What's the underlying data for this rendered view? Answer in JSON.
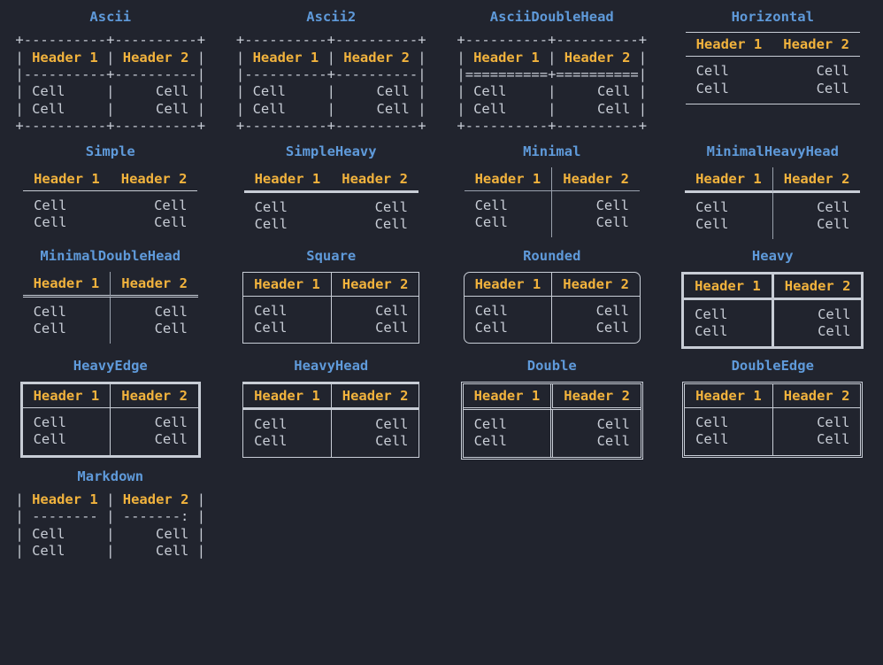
{
  "theme": {
    "background": "#21242e",
    "title_color": "#5f9ada",
    "header_color": "#f2b33d",
    "cell_color": "#c8cdd6",
    "border_color": "#c8cdd6"
  },
  "labels": {
    "header1": "Header 1",
    "header2": "Header 2",
    "cell": "Cell"
  },
  "tables": [
    {
      "id": "ascii",
      "title": "Ascii",
      "kind": "ascii",
      "lines": [
        {
          "type": "rule",
          "text": "+----------+----------+"
        },
        {
          "type": "header",
          "left": "| ",
          "h1": "Header 1",
          "mid": " | ",
          "h2": "Header 2",
          "right": " |"
        },
        {
          "type": "rule",
          "text": "|----------+----------|"
        },
        {
          "type": "row",
          "text": "| Cell     |     Cell |"
        },
        {
          "type": "row",
          "text": "| Cell     |     Cell |"
        },
        {
          "type": "rule",
          "text": "+----------+----------+"
        }
      ]
    },
    {
      "id": "ascii2",
      "title": "Ascii2",
      "kind": "ascii",
      "lines": [
        {
          "type": "rule",
          "text": "+----------+----------+"
        },
        {
          "type": "header",
          "left": "| ",
          "h1": "Header 1",
          "mid": " | ",
          "h2": "Header 2",
          "right": " |"
        },
        {
          "type": "rule",
          "text": "|----------+----------|"
        },
        {
          "type": "row",
          "text": "| Cell     |     Cell |"
        },
        {
          "type": "row",
          "text": "| Cell     |     Cell |"
        },
        {
          "type": "rule",
          "text": "+----------+----------+"
        }
      ]
    },
    {
      "id": "asciidoublehead",
      "title": "AsciiDoubleHead",
      "kind": "ascii",
      "lines": [
        {
          "type": "rule",
          "text": "+----------+----------+"
        },
        {
          "type": "header",
          "left": "| ",
          "h1": "Header 1",
          "mid": " | ",
          "h2": "Header 2",
          "right": " |"
        },
        {
          "type": "rule",
          "text": "|==========+==========|"
        },
        {
          "type": "row",
          "text": "| Cell     |     Cell |"
        },
        {
          "type": "row",
          "text": "| Cell     |     Cell |"
        },
        {
          "type": "rule",
          "text": "+----------+----------+"
        }
      ]
    },
    {
      "id": "horizontal",
      "title": "Horizontal",
      "kind": "box",
      "variant": "v-horizontal"
    },
    {
      "id": "simple",
      "title": "Simple",
      "kind": "box",
      "variant": "v-simple"
    },
    {
      "id": "simpleheavy",
      "title": "SimpleHeavy",
      "kind": "box",
      "variant": "v-simpleheavy"
    },
    {
      "id": "minimal",
      "title": "Minimal",
      "kind": "box",
      "variant": "v-minimal"
    },
    {
      "id": "minimalheavyhead",
      "title": "MinimalHeavyHead",
      "kind": "box",
      "variant": "v-minimalheavy"
    },
    {
      "id": "minimaldoublehead",
      "title": "MinimalDoubleHead",
      "kind": "box",
      "variant": "v-minimaldouble"
    },
    {
      "id": "square",
      "title": "Square",
      "kind": "box",
      "variant": "v-box"
    },
    {
      "id": "rounded",
      "title": "Rounded",
      "kind": "box",
      "variant": "v-box v-rounded"
    },
    {
      "id": "heavy",
      "title": "Heavy",
      "kind": "box",
      "variant": "v-heavy"
    },
    {
      "id": "heavyedge",
      "title": "HeavyEdge",
      "kind": "box",
      "variant": "v-heavyedge"
    },
    {
      "id": "heavyhead",
      "title": "HeavyHead",
      "kind": "box",
      "variant": "v-heavyhead"
    },
    {
      "id": "double",
      "title": "Double",
      "kind": "box",
      "variant": "v-double"
    },
    {
      "id": "doubleedge",
      "title": "DoubleEdge",
      "kind": "box",
      "variant": "v-doubleedge"
    },
    {
      "id": "markdown",
      "title": "Markdown",
      "kind": "ascii",
      "lines": [
        {
          "type": "header",
          "left": "| ",
          "h1": "Header 1",
          "mid": " | ",
          "h2": "Header 2",
          "right": " |"
        },
        {
          "type": "rule",
          "text": "| -------- | -------: |"
        },
        {
          "type": "row",
          "text": "| Cell     |     Cell |"
        },
        {
          "type": "row",
          "text": "| Cell     |     Cell |"
        }
      ]
    }
  ]
}
